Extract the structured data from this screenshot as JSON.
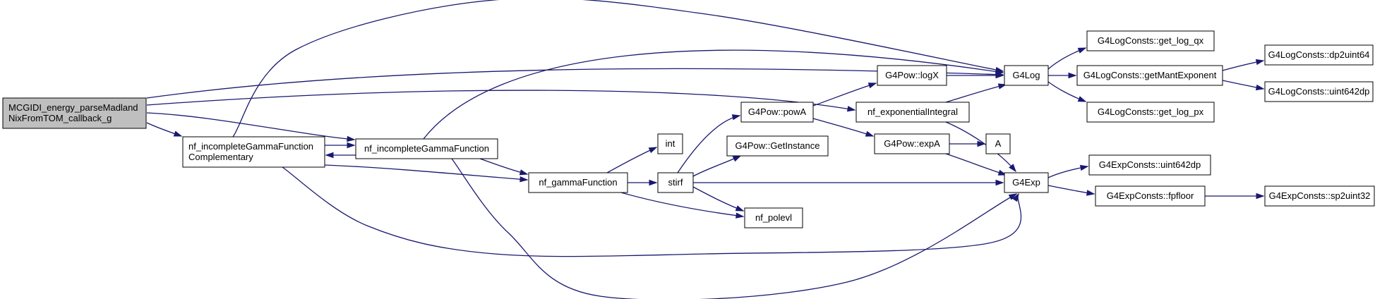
{
  "diagram": {
    "edge_color": "#191970",
    "root_fill": "#bfbfbf",
    "node_fill": "#ffffff",
    "nodes": [
      {
        "id": "root",
        "lines": [
          "MCGIDI_energy_parseMadland",
          "NixFromTOM_callback_g"
        ],
        "root": true
      },
      {
        "id": "igfc",
        "lines": [
          "nf_incompleteGammaFunction",
          "Complementary"
        ]
      },
      {
        "id": "igf",
        "lines": [
          "nf_incompleteGammaFunction"
        ]
      },
      {
        "id": "gamma",
        "lines": [
          "nf_gammaFunction"
        ]
      },
      {
        "id": "int",
        "lines": [
          "int"
        ]
      },
      {
        "id": "stirf",
        "lines": [
          "stirf"
        ]
      },
      {
        "id": "polevl",
        "lines": [
          "nf_polevl"
        ]
      },
      {
        "id": "powA",
        "lines": [
          "G4Pow::powA"
        ]
      },
      {
        "id": "getInst",
        "lines": [
          "G4Pow::GetInstance"
        ]
      },
      {
        "id": "logX",
        "lines": [
          "G4Pow::logX"
        ]
      },
      {
        "id": "expA",
        "lines": [
          "G4Pow::expA"
        ]
      },
      {
        "id": "A",
        "lines": [
          "A"
        ]
      },
      {
        "id": "expInt",
        "lines": [
          "nf_exponentialIntegral"
        ]
      },
      {
        "id": "G4Log",
        "lines": [
          "G4Log"
        ]
      },
      {
        "id": "G4Exp",
        "lines": [
          "G4Exp"
        ]
      },
      {
        "id": "getLogQx",
        "lines": [
          "G4LogConsts::get_log_qx"
        ]
      },
      {
        "id": "getMant",
        "lines": [
          "G4LogConsts::getMantExponent"
        ]
      },
      {
        "id": "getLogPx",
        "lines": [
          "G4LogConsts::get_log_px"
        ]
      },
      {
        "id": "dp2u64",
        "lines": [
          "G4LogConsts::dp2uint64"
        ]
      },
      {
        "id": "u642dpLog",
        "lines": [
          "G4LogConsts::uint642dp"
        ]
      },
      {
        "id": "u642dpExp",
        "lines": [
          "G4ExpConsts::uint642dp"
        ]
      },
      {
        "id": "fpfloor",
        "lines": [
          "G4ExpConsts::fpfloor"
        ]
      },
      {
        "id": "sp2u32",
        "lines": [
          "G4ExpConsts::sp2uint32"
        ]
      }
    ],
    "edges": [
      {
        "from": "root",
        "to": "G4Log"
      },
      {
        "from": "root",
        "to": "expInt"
      },
      {
        "from": "root",
        "to": "igfc"
      },
      {
        "from": "root",
        "to": "igf"
      },
      {
        "from": "igfc",
        "to": "G4Log"
      },
      {
        "from": "igfc",
        "to": "igf"
      },
      {
        "from": "igfc",
        "to": "gamma"
      },
      {
        "from": "igfc",
        "to": "G4Exp"
      },
      {
        "from": "igf",
        "to": "G4Log"
      },
      {
        "from": "igf",
        "to": "igfc"
      },
      {
        "from": "igf",
        "to": "gamma"
      },
      {
        "from": "igf",
        "to": "G4Exp"
      },
      {
        "from": "gamma",
        "to": "int"
      },
      {
        "from": "gamma",
        "to": "stirf"
      },
      {
        "from": "gamma",
        "to": "polevl"
      },
      {
        "from": "stirf",
        "to": "powA"
      },
      {
        "from": "stirf",
        "to": "getInst"
      },
      {
        "from": "stirf",
        "to": "G4Exp"
      },
      {
        "from": "stirf",
        "to": "polevl"
      },
      {
        "from": "powA",
        "to": "logX"
      },
      {
        "from": "powA",
        "to": "expA"
      },
      {
        "from": "logX",
        "to": "G4Log"
      },
      {
        "from": "expA",
        "to": "A"
      },
      {
        "from": "expA",
        "to": "G4Exp"
      },
      {
        "from": "expInt",
        "to": "G4Log"
      },
      {
        "from": "expInt",
        "to": "G4Exp"
      },
      {
        "from": "G4Log",
        "to": "getLogQx"
      },
      {
        "from": "G4Log",
        "to": "getMant"
      },
      {
        "from": "G4Log",
        "to": "getLogPx"
      },
      {
        "from": "getMant",
        "to": "dp2u64"
      },
      {
        "from": "getMant",
        "to": "u642dpLog"
      },
      {
        "from": "G4Exp",
        "to": "u642dpExp"
      },
      {
        "from": "G4Exp",
        "to": "fpfloor"
      },
      {
        "from": "fpfloor",
        "to": "sp2u32"
      }
    ]
  }
}
